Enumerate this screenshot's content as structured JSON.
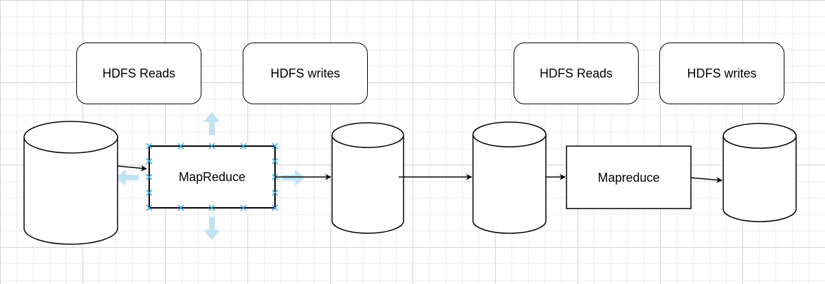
{
  "labels": {
    "hdfs_reads_1": "HDFS Reads",
    "hdfs_writes_1": "HDFS writes",
    "hdfs_reads_2": "HDFS Reads",
    "hdfs_writes_2": "HDFS writes"
  },
  "processes": {
    "mapreduce_1": "MapReduce",
    "mapreduce_2": "Mapreduce"
  },
  "colors": {
    "stroke": "#000000",
    "selection": "#29a6e0",
    "handle": "#bfe3f5",
    "grid_major": "#d4d4d4",
    "grid_minor": "#ececec"
  }
}
